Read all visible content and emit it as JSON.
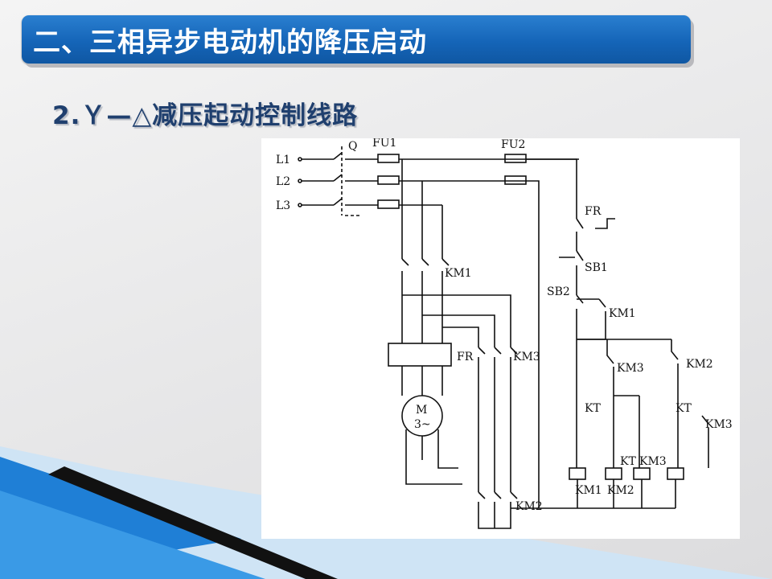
{
  "slide": {
    "title": "二、三相异步电动机的降压启动",
    "subtitle": "2.Ｙ—△减压起动控制线路"
  },
  "diagram": {
    "labels": {
      "L1": "L1",
      "L2": "L2",
      "L3": "L3",
      "Q": "Q",
      "FU1": "FU1",
      "FU2": "FU2",
      "FR_top": "FR",
      "SB1": "SB1",
      "SB2": "SB2",
      "KM1_main": "KM1",
      "KM1_aux": "KM1",
      "FR_mid": "FR",
      "KM3_main": "KM3",
      "motor_M": "M",
      "motor_phase": "3~",
      "KM3_ctrl": "KM3",
      "KM2_ctrl": "KM2",
      "KT_ctrl1": "KT",
      "KT_ctrl2": "KT",
      "KM3_nc": "KM3",
      "coil_KT": "KT",
      "coil_KM3": "KM3",
      "coil_KM1": "KM1",
      "coil_KM2": "KM2",
      "KM2_main": "KM2"
    }
  },
  "colors": {
    "title_bar": "#1a6cc0",
    "stripe_blue": "#1f7fd6",
    "stripe_black": "#111111"
  }
}
